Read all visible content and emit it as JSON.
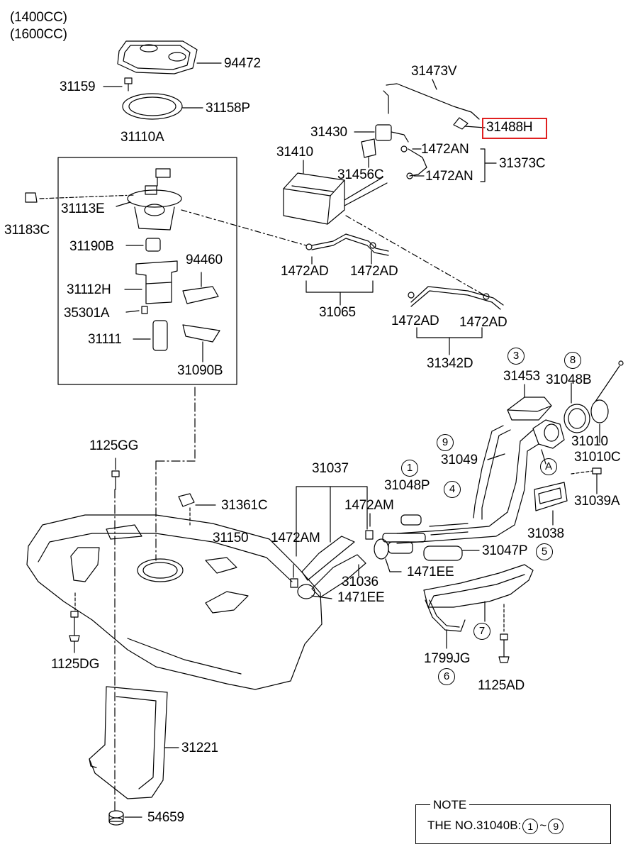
{
  "header": {
    "line1": "(1400CC)",
    "line2": "(1600CC)"
  },
  "labels": {
    "p94472": "94472",
    "p31159": "31159",
    "p31158P": "31158P",
    "p31110A": "31110A",
    "p31183C": "31183C",
    "p31113E": "31113E",
    "p31190B": "31190B",
    "p94460": "94460",
    "p31112H": "31112H",
    "p35301A": "35301A",
    "p31111": "31111",
    "p31090B": "31090B",
    "p31473V": "31473V",
    "p31488H": "31488H",
    "p31430": "31430",
    "p31410": "31410",
    "p1472AN_a": "1472AN",
    "p1472AN_b": "1472AN",
    "p31456C": "31456C",
    "p31373C": "31373C",
    "p1472AD_a": "1472AD",
    "p1472AD_b": "1472AD",
    "p31065": "31065",
    "p1472AD_c": "1472AD",
    "p1472AD_d": "1472AD",
    "p31342D": "31342D",
    "p31453": "31453",
    "p31048B": "31048B",
    "p31010": "31010",
    "p31010C": "31010C",
    "p31049": "31049",
    "p31048P": "31048P",
    "pA": "A",
    "p31039A": "31039A",
    "p1125GG": "1125GG",
    "p31037": "31037",
    "p1472AM_a": "1472AM",
    "p31361C": "31361C",
    "p1472AM_b": "1472AM",
    "p31150": "31150",
    "p31036": "31036",
    "p1471EE_a": "1471EE",
    "p1471EE_b": "1471EE",
    "p31038": "31038",
    "p31047P": "31047P",
    "p1125DG": "1125DG",
    "p1799JG": "1799JG",
    "p1125AD": "1125AD",
    "p31221": "31221",
    "p54659": "54659"
  },
  "circled": {
    "c3": "3",
    "c8": "8",
    "c9": "9",
    "c1": "1",
    "c4": "4",
    "c5": "5",
    "c7": "7",
    "c6": "6"
  },
  "note": {
    "title": "NOTE",
    "prefix": "THE NO.31040B:",
    "from": "1",
    "sep": "~",
    "to": "9"
  },
  "highlight_color": "#e02020"
}
